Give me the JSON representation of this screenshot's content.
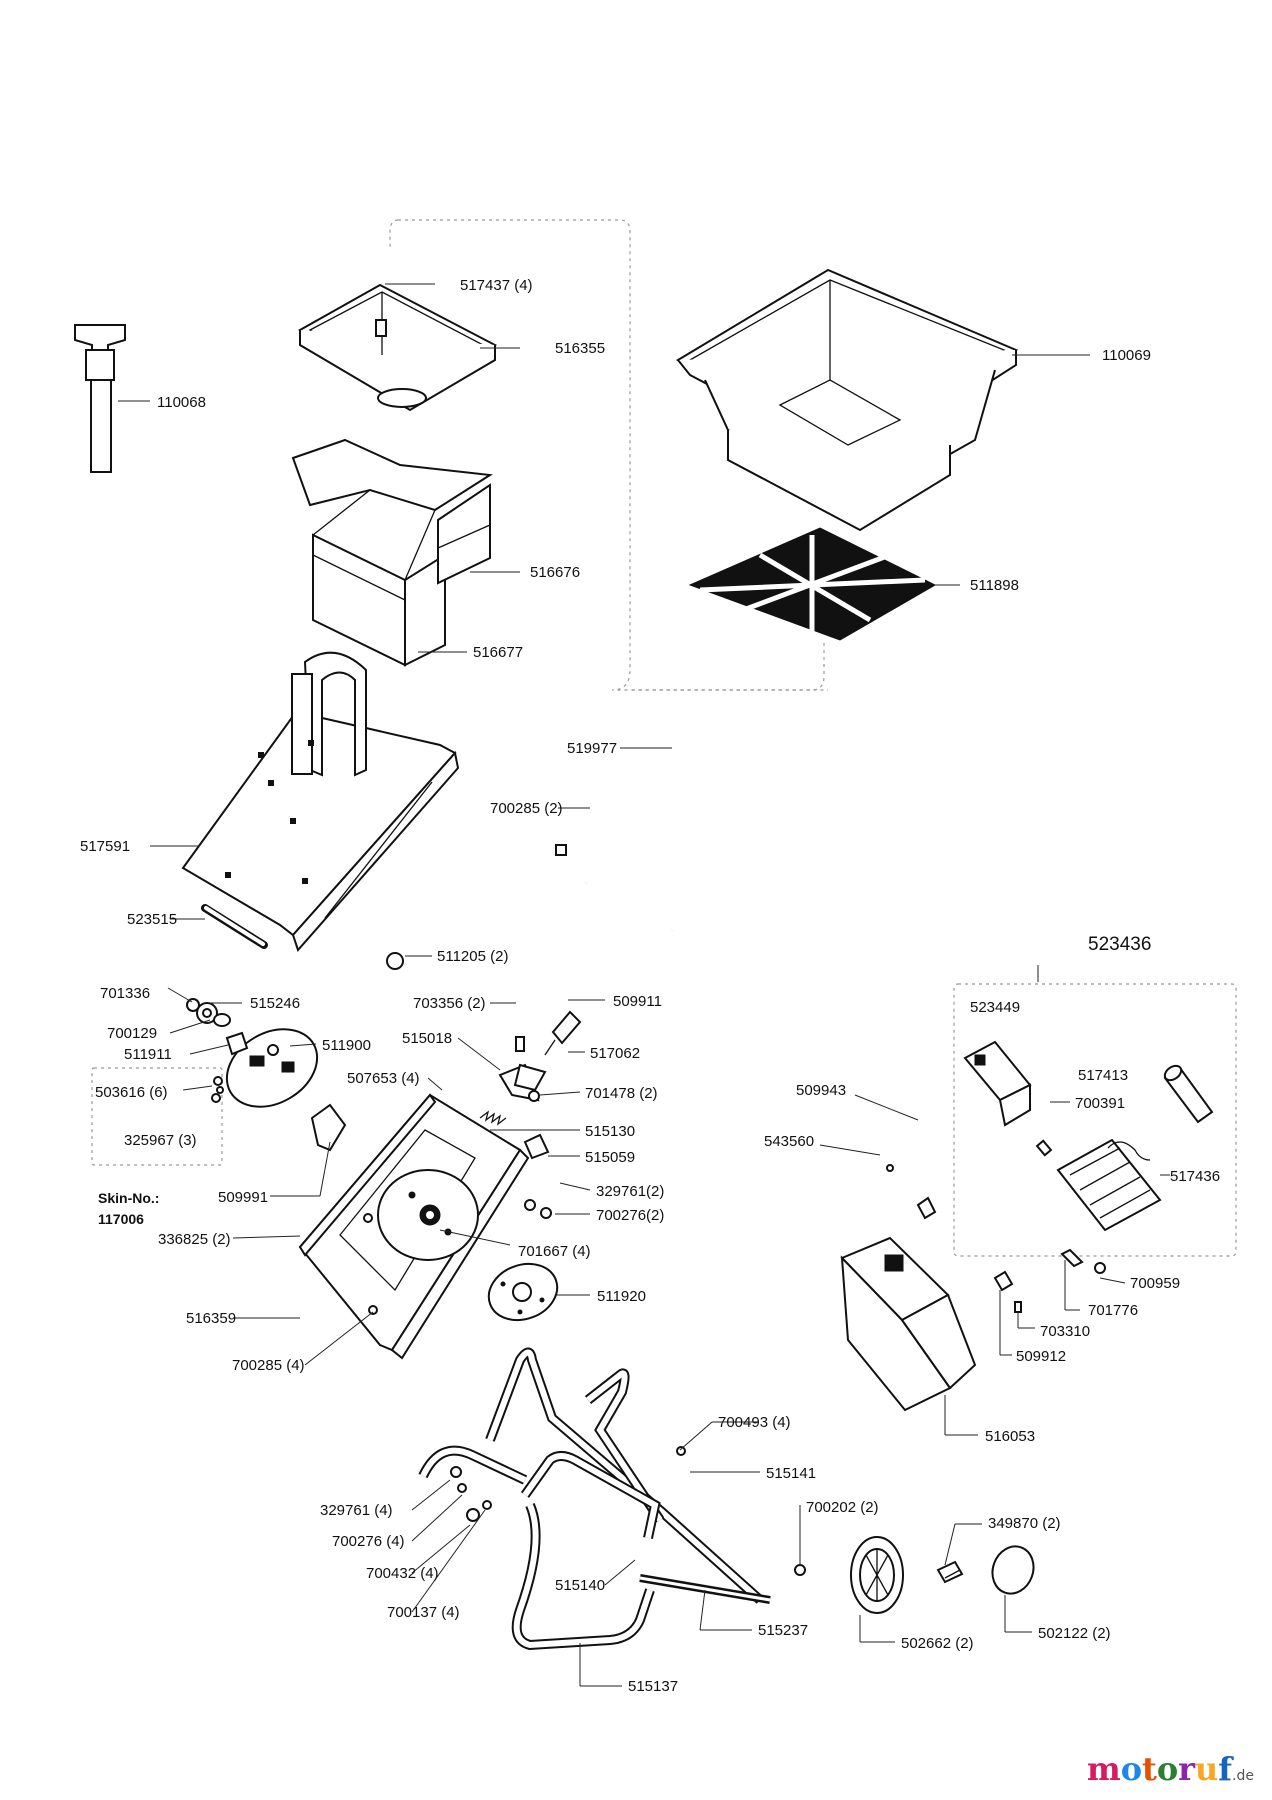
{
  "labels": {
    "p110068": "110068",
    "p517437": "517437 (4)",
    "p516355": "516355",
    "p110069": "110069",
    "p516676": "516676",
    "p516677": "516677",
    "p511898": "511898",
    "p519977": "519977",
    "p700285a": "700285 (2)",
    "p517591": "517591",
    "p523515": "523515",
    "p511205": "511205 (2)",
    "p523436": "523436",
    "p701336": "701336",
    "p515246": "515246",
    "p700129": "700129",
    "p511911": "511911",
    "p511900": "511900",
    "p703356": "703356 (2)",
    "p509911": "509911",
    "p515018": "515018",
    "p517062": "517062",
    "p507653": "507653 (4)",
    "p701478": "701478 (2)",
    "p523449": "523449",
    "p517413": "517413",
    "p503616": "503616 (6)",
    "p325967": "325967 (3)",
    "p509943": "509943",
    "p700391": "700391",
    "p515130": "515130",
    "p515059": "515059",
    "p543560": "543560",
    "p517436": "517436",
    "p509991": "509991",
    "p329761a": "329761(2)",
    "p700276a": "700276(2)",
    "p336825": "336825 (2)",
    "p701667": "701667 (4)",
    "p700959": "700959",
    "p701776": "701776",
    "p511920": "511920",
    "p703310": "703310",
    "p516359": "516359",
    "p509912": "509912",
    "p700285b": "700285 (4)",
    "p516053": "516053",
    "p700493": "700493 (4)",
    "p515141": "515141",
    "p329761b": "329761 (4)",
    "p700202": "700202 (2)",
    "p349870": "349870 (2)",
    "p700276b": "700276 (4)",
    "p700432": "700432 (4)",
    "p515140": "515140",
    "p700137": "700137 (4)",
    "p515237": "515237",
    "p502662": "502662 (2)",
    "p502122": "502122 (2)",
    "p515137": "515137"
  },
  "skin": {
    "line1": "Skin-No.:",
    "line2": "117006"
  },
  "logo": {
    "main": "motoruf",
    "tld": ".de"
  }
}
